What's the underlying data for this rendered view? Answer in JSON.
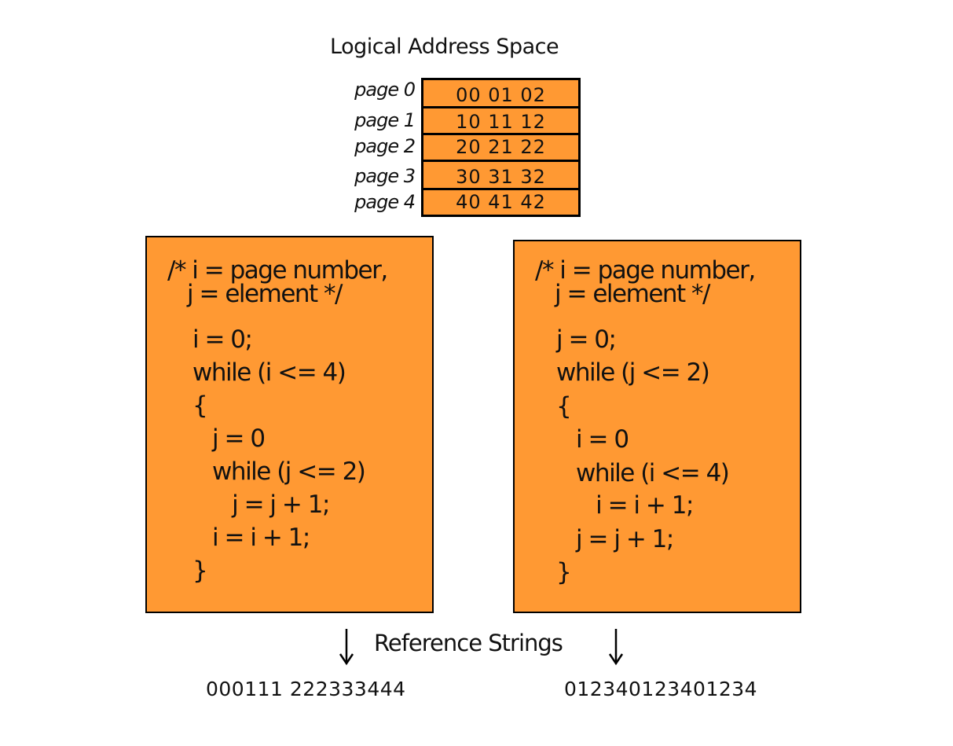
{
  "title": "Logical Address Space",
  "pages": [
    {
      "label": "page 0",
      "cells": "00  01  02"
    },
    {
      "label": "page 1",
      "cells": "10  11  12"
    },
    {
      "label": "page 2",
      "cells": "20  21  22"
    },
    {
      "label": "page 3",
      "cells": "30  31  32"
    },
    {
      "label": "page 4",
      "cells": "40  41  42"
    }
  ],
  "left_code": [
    "/* i = page number,",
    "   j = element */",
    "i = 0;",
    "while (i <= 4)",
    "{",
    "   j = 0",
    "   while (j <= 2)",
    "      j = j + 1;",
    "   i = i + 1;",
    "}"
  ],
  "right_code": [
    "/* i = page number,",
    "   j = element */",
    "j = 0;",
    "while (j <= 2)",
    "{",
    "   i = 0",
    "   while (i <= 4)",
    "      i = i + 1;",
    "   j = j + 1;",
    "}"
  ],
  "reference_label": "Reference Strings",
  "left_reference": "000111 222333444",
  "right_reference": "012340123401234",
  "colors": {
    "box_fill": "#ff9933",
    "border": "#000000",
    "text": "#111111"
  }
}
